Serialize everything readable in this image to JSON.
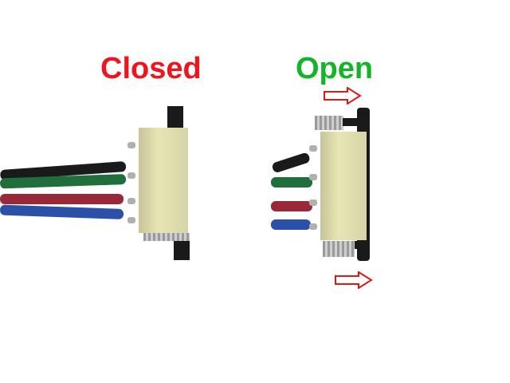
{
  "labels": {
    "closed": {
      "text": "Closed",
      "color": "#f0141e"
    },
    "open": {
      "text": "Open",
      "color": "#14b428"
    }
  },
  "arrows": {
    "color": "#e01818",
    "direction": "right",
    "count": 2
  },
  "wires": {
    "colors": [
      "#1a1a1a",
      "#1f6e3c",
      "#9b2838",
      "#2a50a8"
    ],
    "names": [
      "black",
      "green",
      "red",
      "blue"
    ]
  },
  "connector": {
    "body_color": "#e0deb0",
    "clip_color": "#1a1a1a"
  }
}
